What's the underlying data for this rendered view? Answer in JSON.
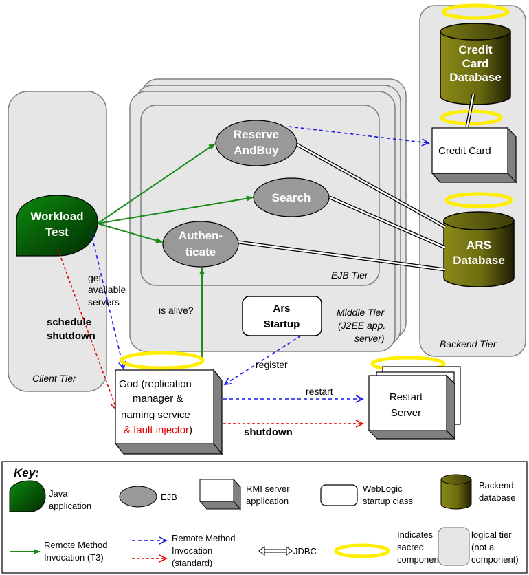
{
  "tiers": {
    "client": "Client Tier",
    "middle": [
      "Middle Tier",
      "(J2EE app.",
      "server)"
    ],
    "ejb": "EJB Tier",
    "backend": "Backend Tier"
  },
  "nodes": {
    "workload": [
      "Workload",
      "Test"
    ],
    "reserve": [
      "Reserve",
      "AndBuy"
    ],
    "search": "Search",
    "authenticate": [
      "Authen-",
      "ticate"
    ],
    "ars_startup": [
      "Ars",
      "Startup"
    ],
    "god": [
      "God (replication",
      "manager &",
      "naming service"
    ],
    "god_fault": "& fault injector",
    "god_end": ")",
    "restart_server": [
      "Restart",
      "Server"
    ],
    "credit_db": [
      "Credit",
      "Card",
      "Database"
    ],
    "credit_card": "Credit Card",
    "ars_db": [
      "ARS",
      "Database"
    ]
  },
  "edges": {
    "get_servers": [
      "get",
      "available",
      "servers"
    ],
    "schedule": [
      "schedule",
      "shutdown"
    ],
    "is_alive": "is alive?",
    "register": "register",
    "restart": "restart",
    "shutdown": "shutdown"
  },
  "key": {
    "title": "Key:",
    "java": [
      "Java",
      "application"
    ],
    "ejb": "EJB",
    "rmi_server": [
      "RMI server",
      "application"
    ],
    "weblogic": [
      "WebLogic",
      "startup class"
    ],
    "backend_db": [
      "Backend",
      "database"
    ],
    "rmi_t3": [
      "Remote Method",
      "Invocation (T3)"
    ],
    "rmi_std": [
      "Remote Method",
      "Invocation",
      "(standard)"
    ],
    "jdbc": "JDBC",
    "sacred": [
      "Indicates",
      "sacred",
      "component"
    ],
    "logical": [
      "logical tier",
      "(not a",
      "component)"
    ]
  },
  "colors": {
    "green_arrow": "#1a8c1a",
    "blue_arrow": "#1a1ae6",
    "red_arrow": "#e60000",
    "halo": "#ffee00",
    "tier_fill": "#e6e6e6",
    "ejb_fill": "#999999",
    "java_fill": "#0a6b0a",
    "db_fill": "#6b6b10"
  }
}
